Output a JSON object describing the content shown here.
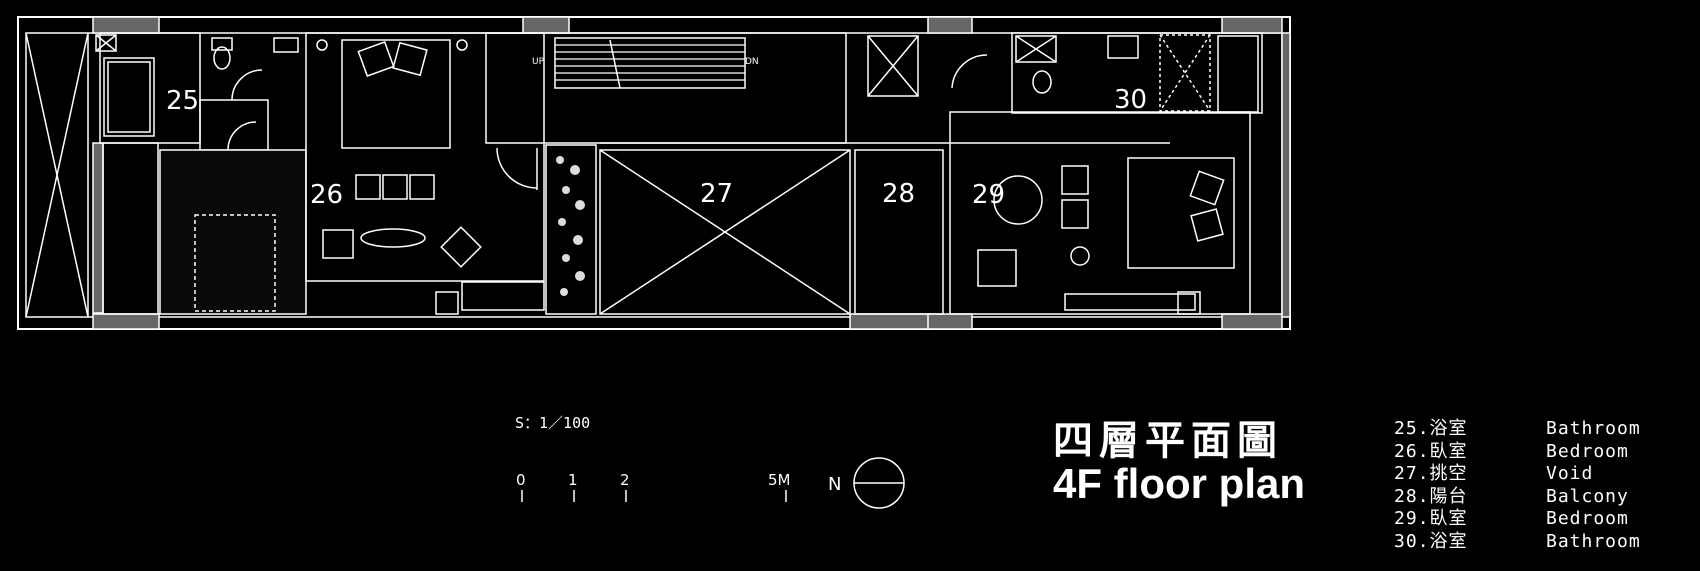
{
  "title": {
    "chinese": "四層平面圖",
    "english": "4F floor plan"
  },
  "scale": {
    "text": "S：1／100",
    "ticks": [
      "0",
      "1",
      "2"
    ],
    "end_label": "5M"
  },
  "north": {
    "label": "N"
  },
  "stair": {
    "up": "UP",
    "down": "DN"
  },
  "rooms": [
    {
      "id": "25",
      "cn": "浴室",
      "en": "Bathroom"
    },
    {
      "id": "26",
      "cn": "臥室",
      "en": "Bedroom"
    },
    {
      "id": "27",
      "cn": "挑空",
      "en": "Void"
    },
    {
      "id": "28",
      "cn": "陽台",
      "en": "Balcony"
    },
    {
      "id": "29",
      "cn": "臥室",
      "en": "Bedroom"
    },
    {
      "id": "30",
      "cn": "浴室",
      "en": "Bathroom"
    }
  ],
  "colors": {
    "background": "#000000",
    "lines": "#ffffff",
    "wall_fill": "#666666"
  }
}
